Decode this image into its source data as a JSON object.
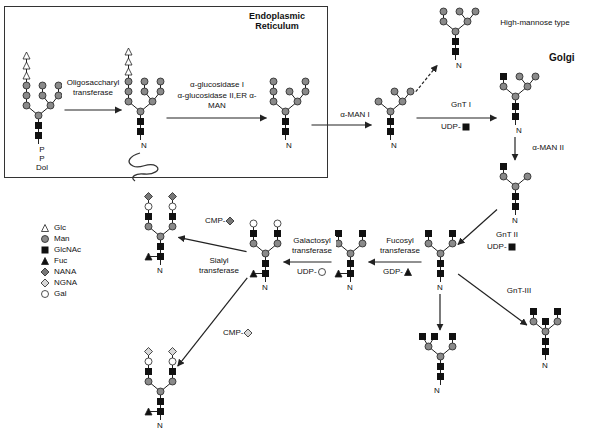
{
  "diagram": {
    "nodes": [
      {
        "text": [
          "Endoplasmic Reticulum"
        ]
      },
      {
        "text": [
          "P",
          "P",
          "Dol"
        ],
        "in": 0
      },
      {
        "text": [
          "N"
        ],
        "in": 0
      },
      {
        "text": [
          "N"
        ],
        "in": 0
      },
      {
        "text": [
          "N"
        ]
      },
      {
        "text": [
          "N"
        ]
      },
      {
        "text": [
          "N"
        ]
      },
      {
        "text": [
          "N"
        ]
      },
      {
        "text": [
          "N"
        ]
      },
      {
        "text": [
          "N"
        ]
      },
      {
        "text": [
          "N"
        ]
      },
      {
        "text": [
          "N"
        ]
      },
      {
        "text": [
          "N"
        ]
      },
      {
        "text": [
          "N"
        ]
      },
      {
        "text": [
          "N"
        ]
      }
    ],
    "edges": [
      {
        "from": 1,
        "to": 2,
        "label": "Oligosaccharyl transferase",
        "arrow": "to"
      },
      {
        "from": 2,
        "to": 3,
        "label": "α-glucosidase I",
        "arrow": "to"
      },
      {
        "from": 3,
        "to": 4,
        "label": "α-MAN I",
        "arrow": "to"
      },
      {
        "from": 4,
        "to": 5,
        "arrow": "to"
      },
      {
        "from": 4,
        "to": 6,
        "label": "GnT I",
        "arrow": "to"
      },
      {
        "from": 6,
        "to": 7,
        "label": "α-MAN II",
        "arrow": "to"
      },
      {
        "from": 7,
        "to": 8,
        "label": "GnT II",
        "arrow": "to"
      },
      {
        "from": 8,
        "to": 9,
        "label": "GnT-III",
        "arrow": "to"
      },
      {
        "from": 8,
        "to": 10,
        "arrow": "to"
      },
      {
        "from": 8,
        "to": 11,
        "label": "Fucosyl transferase",
        "arrow": "to"
      },
      {
        "from": 11,
        "to": 12,
        "label": "Galactosyl transferase",
        "arrow": "to"
      },
      {
        "from": 12,
        "to": 13,
        "label": "Sialyl transferase",
        "arrow": "to"
      },
      {
        "from": 12,
        "to": 14,
        "arrow": "to"
      }
    ],
    "labels": [
      "α-glucosidase II,ER α-MAN",
      "High-mannose type",
      "Golgi",
      "UDP-",
      "UDP-",
      "GDP-",
      "UDP-",
      "CMP-",
      "CMP-"
    ],
    "legend": [
      {
        "text": "Glc"
      },
      {
        "text": "Man"
      },
      {
        "text": "GlcNAc"
      },
      {
        "text": "Fuc"
      },
      {
        "text": "NANA"
      },
      {
        "text": "NGNA"
      },
      {
        "text": "Gal"
      }
    ]
  }
}
